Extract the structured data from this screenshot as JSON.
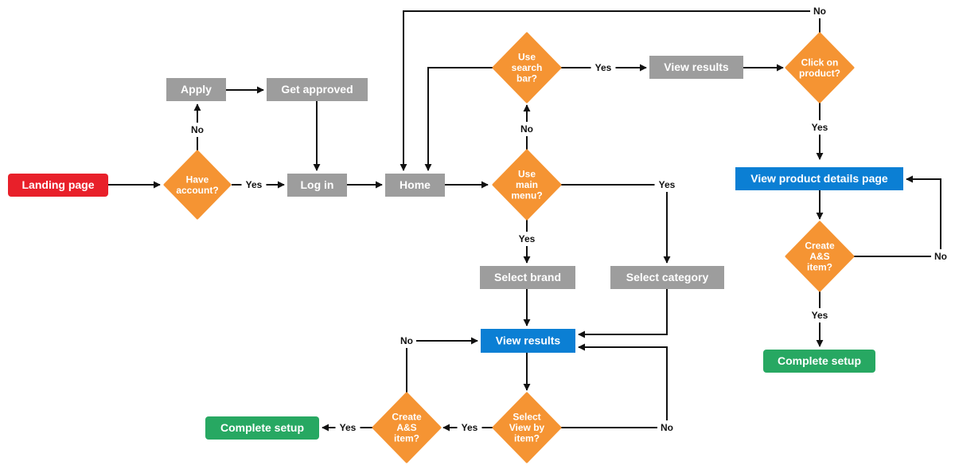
{
  "colors": {
    "red": "#e8202a",
    "gray": "#9d9d9d",
    "blue": "#0b7fd4",
    "green": "#27a862",
    "orange": "#f59433",
    "line": "#111111",
    "label_bg": "#ffffff"
  },
  "nodes": {
    "landing": {
      "text": "Landing page",
      "color": "red"
    },
    "have_account": {
      "text": "Have\naccount?"
    },
    "apply": {
      "text": "Apply",
      "color": "gray"
    },
    "get_approved": {
      "text": "Get approved",
      "color": "gray"
    },
    "login": {
      "text": "Log in",
      "color": "gray"
    },
    "home": {
      "text": "Home",
      "color": "gray"
    },
    "use_search": {
      "text": "Use\nsearch\nbar?"
    },
    "view_results_top": {
      "text": "View results",
      "color": "gray"
    },
    "click_product": {
      "text": "Click on\nproduct?"
    },
    "use_menu": {
      "text": "Use\nmain\nmenu?"
    },
    "product_details": {
      "text": "View product details page",
      "color": "blue"
    },
    "create_right": {
      "text": "Create\nA&S\nitem?"
    },
    "complete_right": {
      "text": "Complete setup",
      "color": "green"
    },
    "select_brand": {
      "text": "Select brand",
      "color": "gray"
    },
    "select_category": {
      "text": "Select category",
      "color": "gray"
    },
    "view_results_mid": {
      "text": "View results",
      "color": "blue"
    },
    "select_view": {
      "text": "Select\nView by\nitem?"
    },
    "create_left": {
      "text": "Create\nA&S\nitem?"
    },
    "complete_left": {
      "text": "Complete setup",
      "color": "green"
    }
  },
  "edges": {
    "have_account_yes": "Yes",
    "have_account_no": "No",
    "use_search_yes": "Yes",
    "use_search_no": "No",
    "click_product_no": "No",
    "click_product_yes": "Yes",
    "use_menu_yes_category": "Yes",
    "use_menu_yes_brand": "Yes",
    "create_right_no": "No",
    "create_right_yes": "Yes",
    "select_view_yes": "Yes",
    "select_view_no": "No",
    "create_left_yes": "Yes",
    "create_left_no": "No"
  }
}
